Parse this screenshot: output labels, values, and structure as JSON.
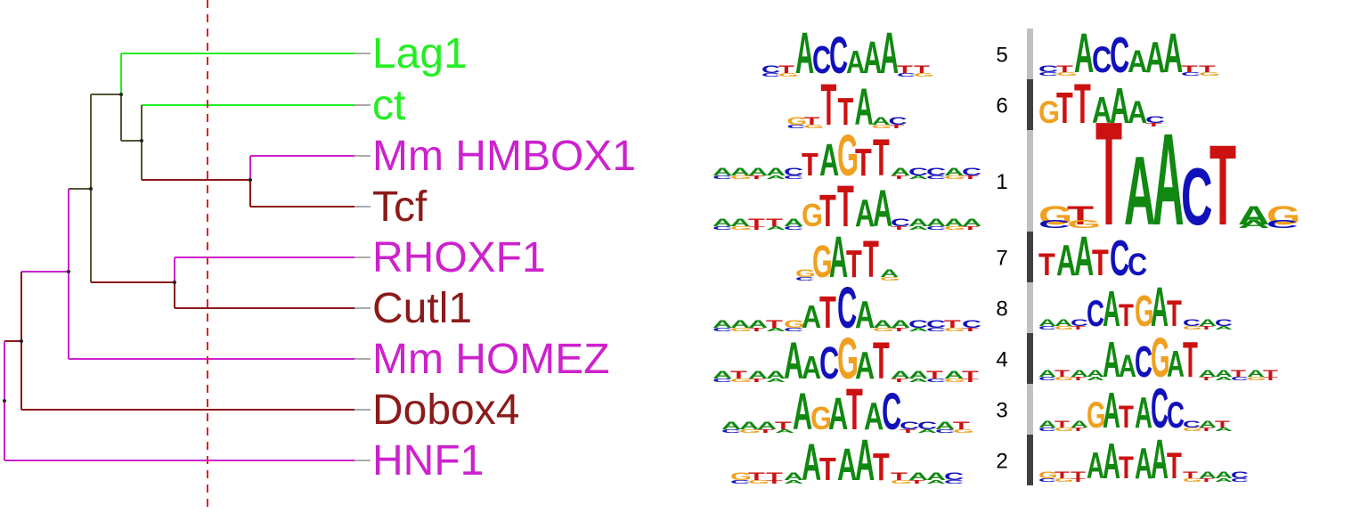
{
  "colors": {
    "green": "#22ee22",
    "magenta": "#cc22cc",
    "maroon": "#8b1a1a",
    "cut_line": "#e02020",
    "branch_dark": "#555533",
    "leader": "#aaaaaa",
    "bar_light": "#c0c0c0",
    "bar_dark": "#404040",
    "base_A": "#118811",
    "base_C": "#1111bb",
    "base_G": "#f0a020",
    "base_T": "#cc1111"
  },
  "tree": {
    "leaves": [
      {
        "label": "Lag1",
        "color": "green"
      },
      {
        "label": "ct",
        "color": "green"
      },
      {
        "label": "Mm HMBOX1",
        "color": "magenta"
      },
      {
        "label": "Tcf",
        "color": "maroon"
      },
      {
        "label": "RHOXF1",
        "color": "magenta"
      },
      {
        "label": "Cutl1",
        "color": "maroon"
      },
      {
        "label": "Mm HOMEZ",
        "color": "magenta"
      },
      {
        "label": "Dobox4",
        "color": "maroon"
      },
      {
        "label": "HNF1",
        "color": "magenta"
      }
    ],
    "branch_colors": [
      "green",
      "green",
      "magenta",
      "maroon",
      "magenta",
      "maroon",
      "magenta",
      "maroon",
      "magenta"
    ]
  },
  "motifs": [
    {
      "seq": "CTACCAAATT",
      "strong": 6
    },
    {
      "seq": "GTTTAAC",
      "strong": 3
    },
    {
      "seq": "AAAACTAGTTACCAC",
      "strong": 5
    },
    {
      "seq": "AATTAGTTAACAAAA",
      "strong": 5
    },
    {
      "seq": "GGATTA",
      "strong": 4
    },
    {
      "seq": "AAATGATCAAACCTC",
      "strong": 4
    },
    {
      "seq": "ATAAAACGATAATAT",
      "strong": 6
    },
    {
      "seq": "AAATAGATACCCAT",
      "strong": 6
    },
    {
      "seq": "GTTAATAATTAAC",
      "strong": 5
    }
  ],
  "clusters": [
    {
      "id": "5",
      "consensus": "CTACCAAATT",
      "shade": "bar_light"
    },
    {
      "id": "6",
      "consensus": "GTTAAAC",
      "shade": "bar_dark"
    },
    {
      "id": "1",
      "consensus": "GTTAACTAG",
      "shade": "bar_light"
    },
    {
      "id": "7",
      "consensus": "TAATCC",
      "shade": "bar_dark"
    },
    {
      "id": "8",
      "consensus": "AACCATGATCAC",
      "shade": "bar_light"
    },
    {
      "id": "4",
      "consensus": "ATAAAACGATAATAT",
      "shade": "bar_dark"
    },
    {
      "id": "3",
      "consensus": "ATAGATACCCAT",
      "shade": "bar_light"
    },
    {
      "id": "2",
      "consensus": "GTTAATAATTAAC",
      "shade": "bar_dark"
    }
  ]
}
